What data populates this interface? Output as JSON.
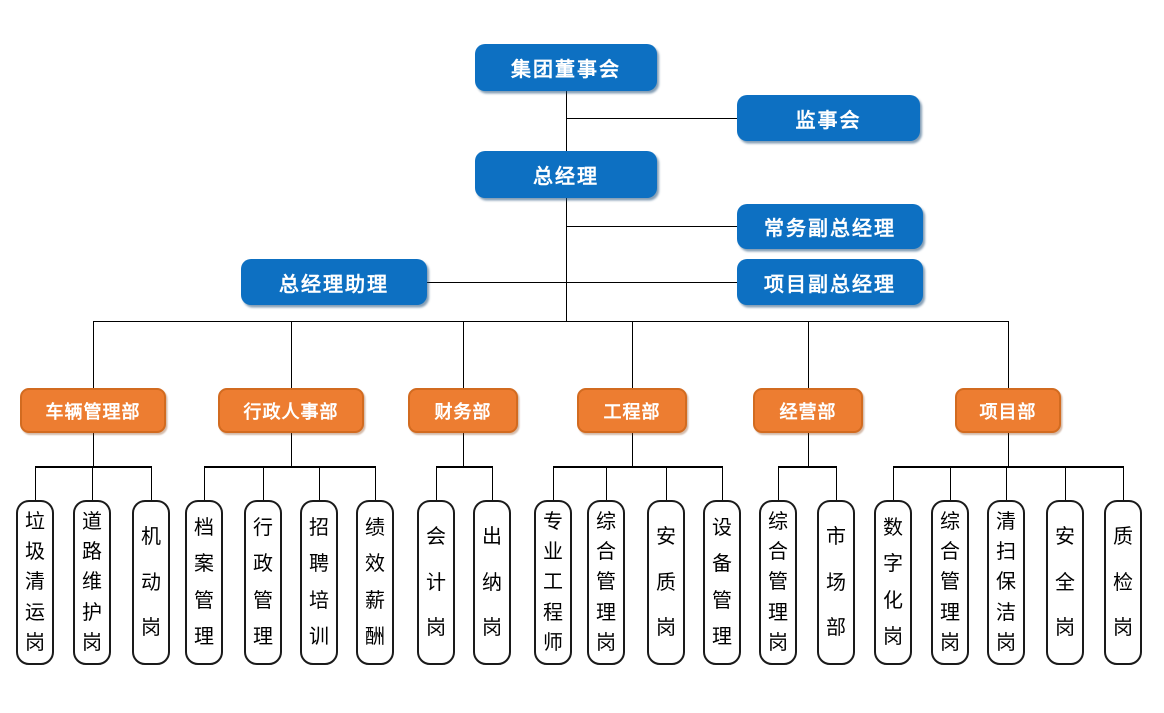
{
  "chart_title": "",
  "colors": {
    "executive-blue": "#0d70c2",
    "department-orange": "#ed7d31",
    "department-border": "#d26b20",
    "position-border": "#1a1a1a",
    "connector": "#000000",
    "text-light": "#ffffff",
    "text-dark": "#000000"
  },
  "org": {
    "executive": {
      "board": "集团董事会",
      "supervisory": "监事会",
      "gm": "总经理",
      "exec_deputy_gm": "常务副总经理",
      "gm_assistant": "总经理助理",
      "project_deputy_gm": "项目副总经理"
    },
    "departments": [
      {
        "label": "车辆管理部",
        "children": [
          "垃圾清运岗",
          "道路维护岗",
          "机动岗"
        ]
      },
      {
        "label": "行政人事部",
        "children": [
          "档案管理",
          "行政管理",
          "招聘培训",
          "绩效薪酬"
        ]
      },
      {
        "label": "财务部",
        "children": [
          "会计岗",
          "出纳岗"
        ]
      },
      {
        "label": "工程部",
        "children": [
          "专业工程师",
          "综合管理岗",
          "安质岗",
          "设备管理"
        ]
      },
      {
        "label": "经营部",
        "children": [
          "综合管理岗",
          "市场部"
        ]
      },
      {
        "label": "项目部",
        "children": [
          "数字化岗",
          "综合管理岗",
          "清扫保洁岗",
          "安全岗",
          "质检岗"
        ]
      }
    ]
  }
}
